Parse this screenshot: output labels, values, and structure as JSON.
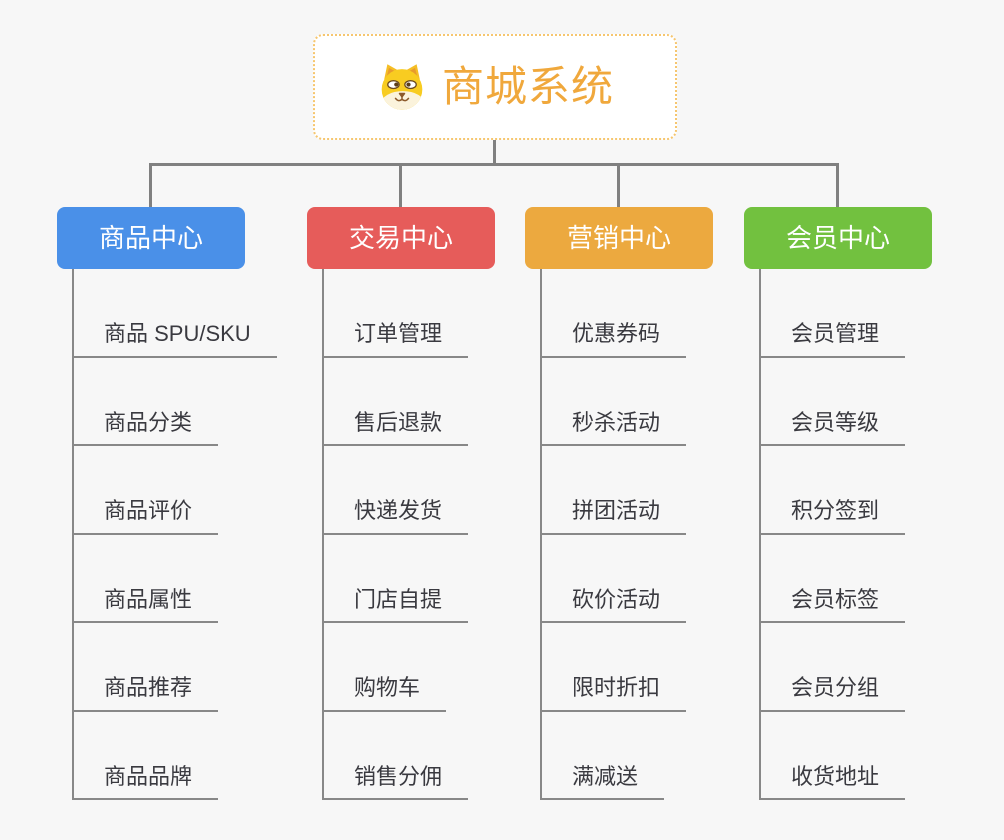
{
  "root": {
    "title": "商城系统",
    "icon": "dog-face-icon"
  },
  "branches": [
    {
      "label": "商品中心",
      "color": "#4A90E8",
      "items": [
        "商品 SPU/SKU",
        "商品分类",
        "商品评价",
        "商品属性",
        "商品推荐",
        "商品品牌"
      ]
    },
    {
      "label": "交易中心",
      "color": "#E65C5A",
      "items": [
        "订单管理",
        "售后退款",
        "快递发货",
        "门店自提",
        "购物车",
        "销售分佣"
      ]
    },
    {
      "label": "营销中心",
      "color": "#ECA93F",
      "items": [
        "优惠券码",
        "秒杀活动",
        "拼团活动",
        "砍价活动",
        "限时折扣",
        "满减送"
      ]
    },
    {
      "label": "会员中心",
      "color": "#72C13F",
      "items": [
        "会员管理",
        "会员等级",
        "积分签到",
        "会员标签",
        "会员分组",
        "收货地址"
      ]
    }
  ],
  "colors": {
    "background": "#F7F7F7",
    "connector": "#808080",
    "item_line": "#888888",
    "item_text": "#3A3A40",
    "root_border": "#F6C66F",
    "root_text": "#F0A83C",
    "root_background": "#FFFFFF",
    "header_text": "#FFFFFF"
  }
}
